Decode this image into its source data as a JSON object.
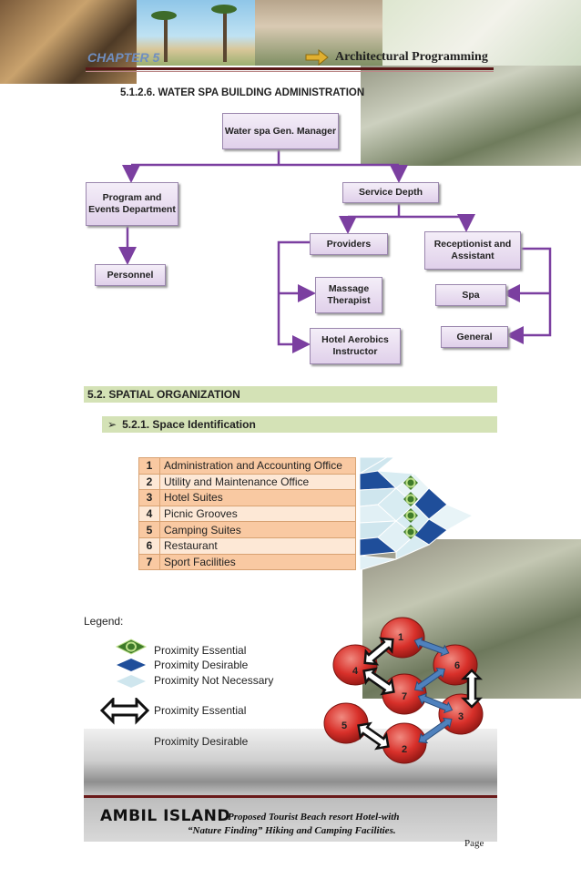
{
  "header": {
    "chapter_label": "CHAPTER 5",
    "chapter_title": "Architectural Programming"
  },
  "org_chart": {
    "heading": "5.1.2.6. WATER SPA BUILDING ADMINISTRATION",
    "general_manager": "Water spa Gen. Manager",
    "program_events": "Program and Events Department",
    "personnel": "Personnel",
    "service_depth": "Service Depth",
    "providers": "Providers",
    "receptionist": "Receptionist and Assistant",
    "massage": "Massage Therapist",
    "aerobics": "Hotel Aerobics Instructor",
    "spa": "Spa",
    "general": "General",
    "line_color": "#7b3fa0"
  },
  "spatial": {
    "section_title": "5.2. SPATIAL ORGANIZATION",
    "subsection_title": "5.2.1. Space Identification",
    "bullet": "➢",
    "spaces": [
      {
        "num": "1",
        "name": "Administration and Accounting Office"
      },
      {
        "num": "2",
        "name": "Utility and Maintenance Office"
      },
      {
        "num": "3",
        "name": "Hotel Suites"
      },
      {
        "num": "4",
        "name": "Picnic Grooves"
      },
      {
        "num": "5",
        "name": "Camping Suites"
      },
      {
        "num": "6",
        "name": "Restaurant"
      },
      {
        "num": "7",
        "name": "Sport Facilities"
      }
    ]
  },
  "legend": {
    "title": "Legend:",
    "matrix_items": [
      {
        "symbol": "green-diamond-circle",
        "label": "Proximity Essential"
      },
      {
        "symbol": "blue-diamond",
        "label": "Proximity Desirable"
      },
      {
        "symbol": "light-blue-diamond",
        "label": "Proximity Not Necessary"
      }
    ],
    "arrow_items": [
      {
        "symbol": "black-double-arrow",
        "label": "Proximity Essential"
      },
      {
        "symbol": "blue-double-arrow",
        "label": "Proximity Desirable"
      }
    ]
  },
  "bubble_diagram": {
    "nodes": [
      "1",
      "4",
      "6",
      "7",
      "3",
      "5",
      "2"
    ],
    "node_color": "#d8302a",
    "essential_arrow_color": "#111111",
    "desirable_arrow_color": "#4f81bd"
  },
  "footer": {
    "island": "AMBIL ISLAND",
    "line1": "Proposed Tourist Beach resort Hotel-with",
    "line2": "“Nature Finding” Hiking and Camping Facilities.",
    "page": "Page"
  }
}
